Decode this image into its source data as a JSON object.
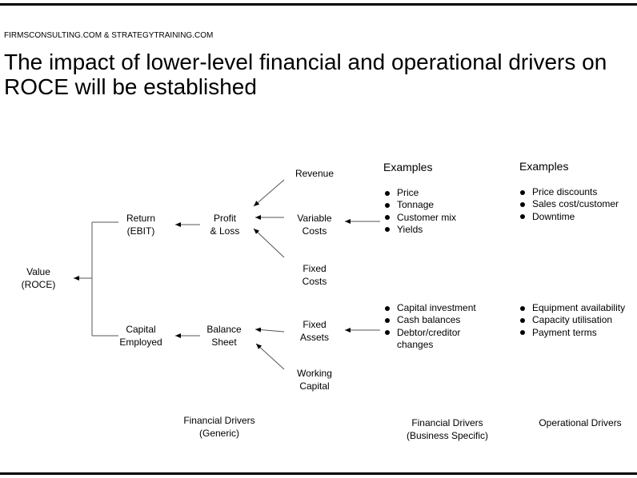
{
  "header": {
    "brand": "FIRMSCONSULTING.COM & STRATEGYTRAINING.COM",
    "title": "The impact of lower-level financial and operational drivers on ROCE will be established"
  },
  "tree": {
    "value": "Value\n(ROCE)",
    "return": "Return\n(EBIT)",
    "capital_employed": "Capital\nEmployed",
    "profit_loss": "Profit\n& Loss",
    "balance_sheet": "Balance\nSheet",
    "revenue": "Revenue",
    "variable_costs": "Variable\nCosts",
    "fixed_costs": "Fixed\nCosts",
    "fixed_assets": "Fixed\nAssets",
    "working_capital": "Working\nCapital"
  },
  "financial_specific": {
    "examples_label": "Examples",
    "costs_examples": [
      "Price",
      "Tonnage",
      "Customer mix",
      "Yields"
    ],
    "assets_examples": [
      "Capital investment",
      "Cash balances",
      "Debtor/creditor changes"
    ]
  },
  "operational": {
    "examples_label": "Examples",
    "costs_examples": [
      "Price discounts",
      "Sales cost/customer",
      "Downtime"
    ],
    "assets_examples": [
      "Equipment availability",
      "Capacity utilisation",
      "Payment terms"
    ]
  },
  "footer": {
    "financial_generic": "Financial Drivers\n(Generic)",
    "financial_specific": "Financial Drivers\n(Business Specific)",
    "operational": "Operational Drivers"
  }
}
